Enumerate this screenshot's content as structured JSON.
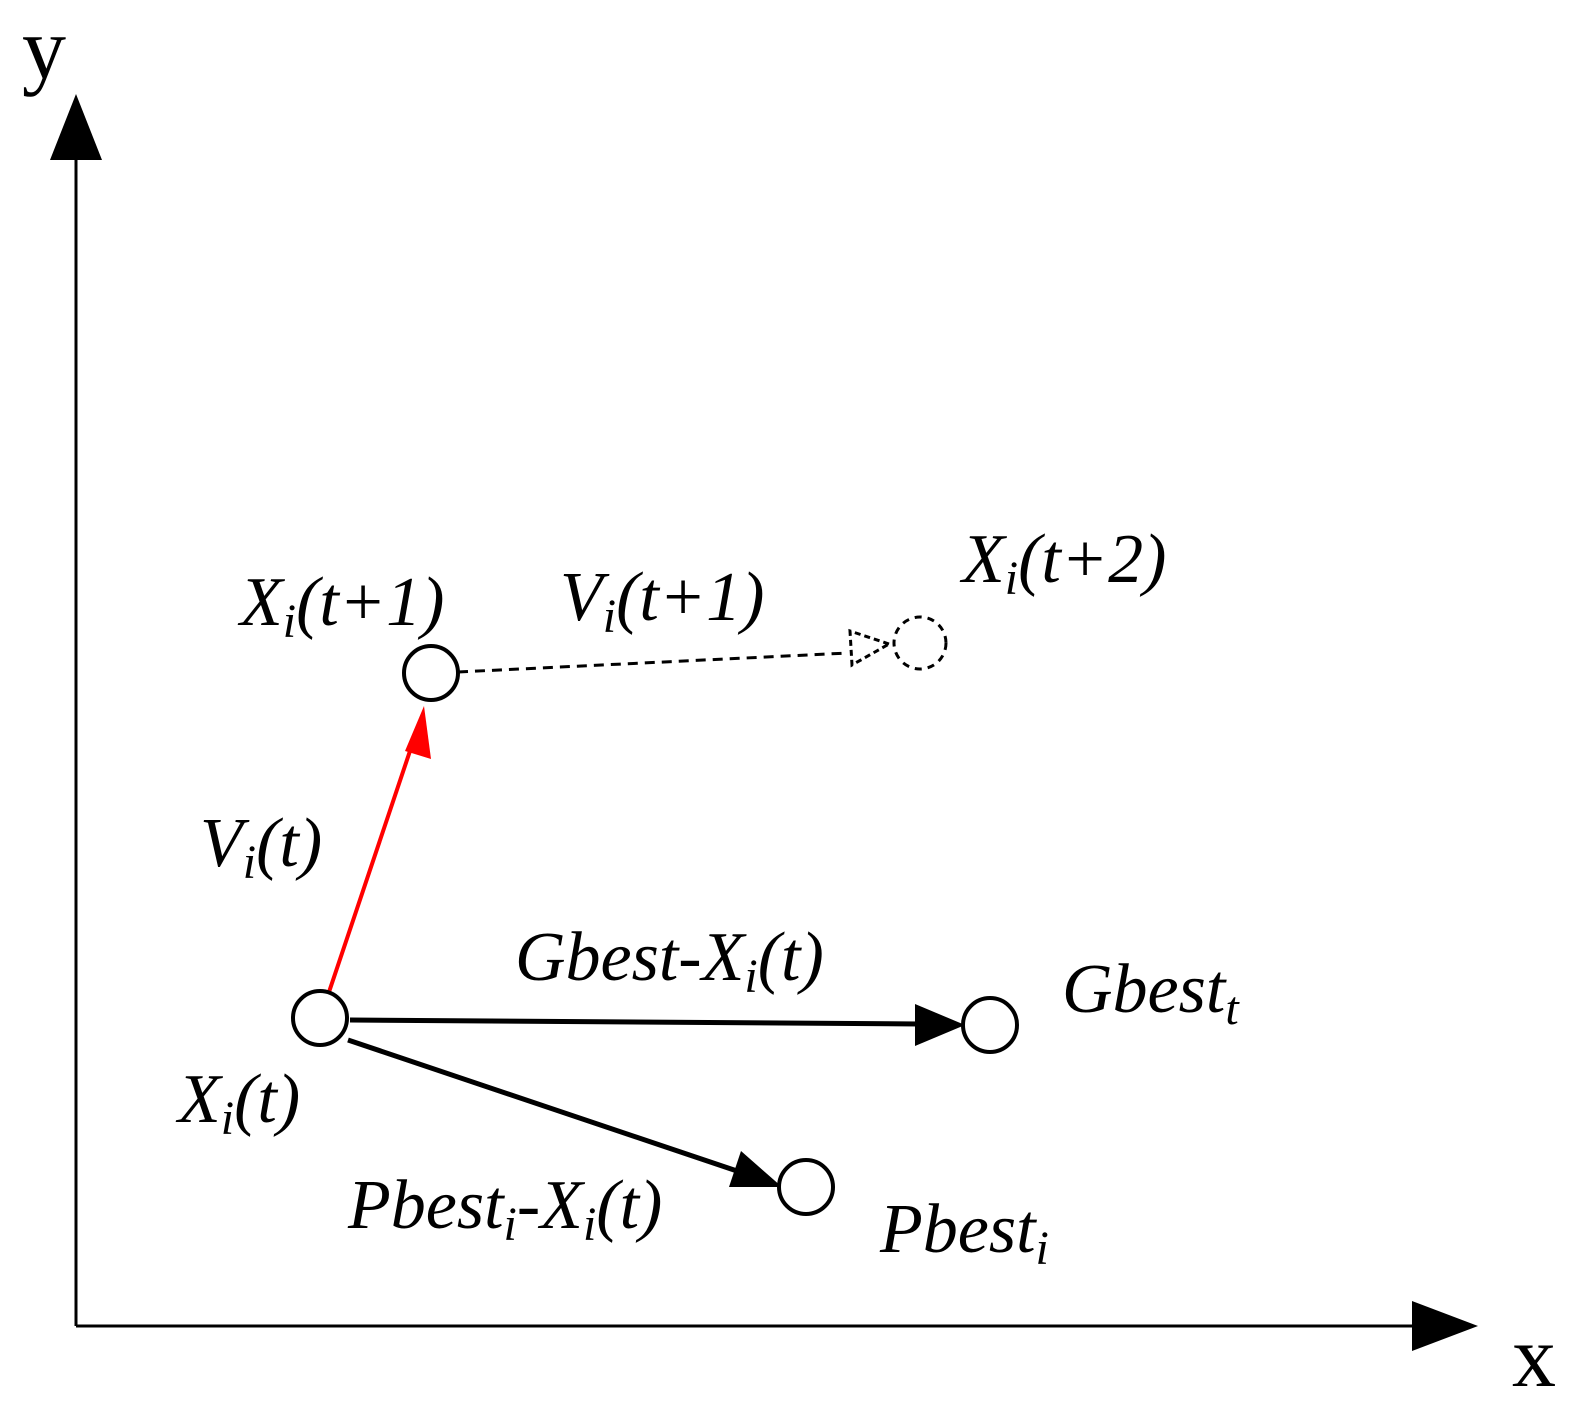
{
  "axes": {
    "x_label": "x",
    "y_label": "y"
  },
  "points": {
    "x_t": {
      "base": "X",
      "sub": "i",
      "rest": "(t)"
    },
    "x_t1": {
      "base": "X",
      "sub": "i",
      "rest": "(t+1)"
    },
    "x_t2": {
      "base": "X",
      "sub": "i",
      "rest": "(t+2)"
    },
    "gbest": {
      "base": "Gbest",
      "sub": "t",
      "rest": ""
    },
    "pbest": {
      "base": "Pbest",
      "sub": "i",
      "rest": ""
    }
  },
  "vectors": {
    "v_t": {
      "base": "V",
      "sub": "i",
      "rest": "(t)",
      "color": "#ff0000"
    },
    "v_t1": {
      "base": "V",
      "sub": "i",
      "rest": "(t+1)",
      "style": "dashed"
    },
    "gbest_diff": {
      "pre": "Gbest-X",
      "sub": "i",
      "rest": "(t)"
    },
    "pbest_diff": {
      "pre": "Pbest",
      "sub1": "i",
      "mid": "-X",
      "sub2": "i",
      "rest": "(t)"
    }
  }
}
